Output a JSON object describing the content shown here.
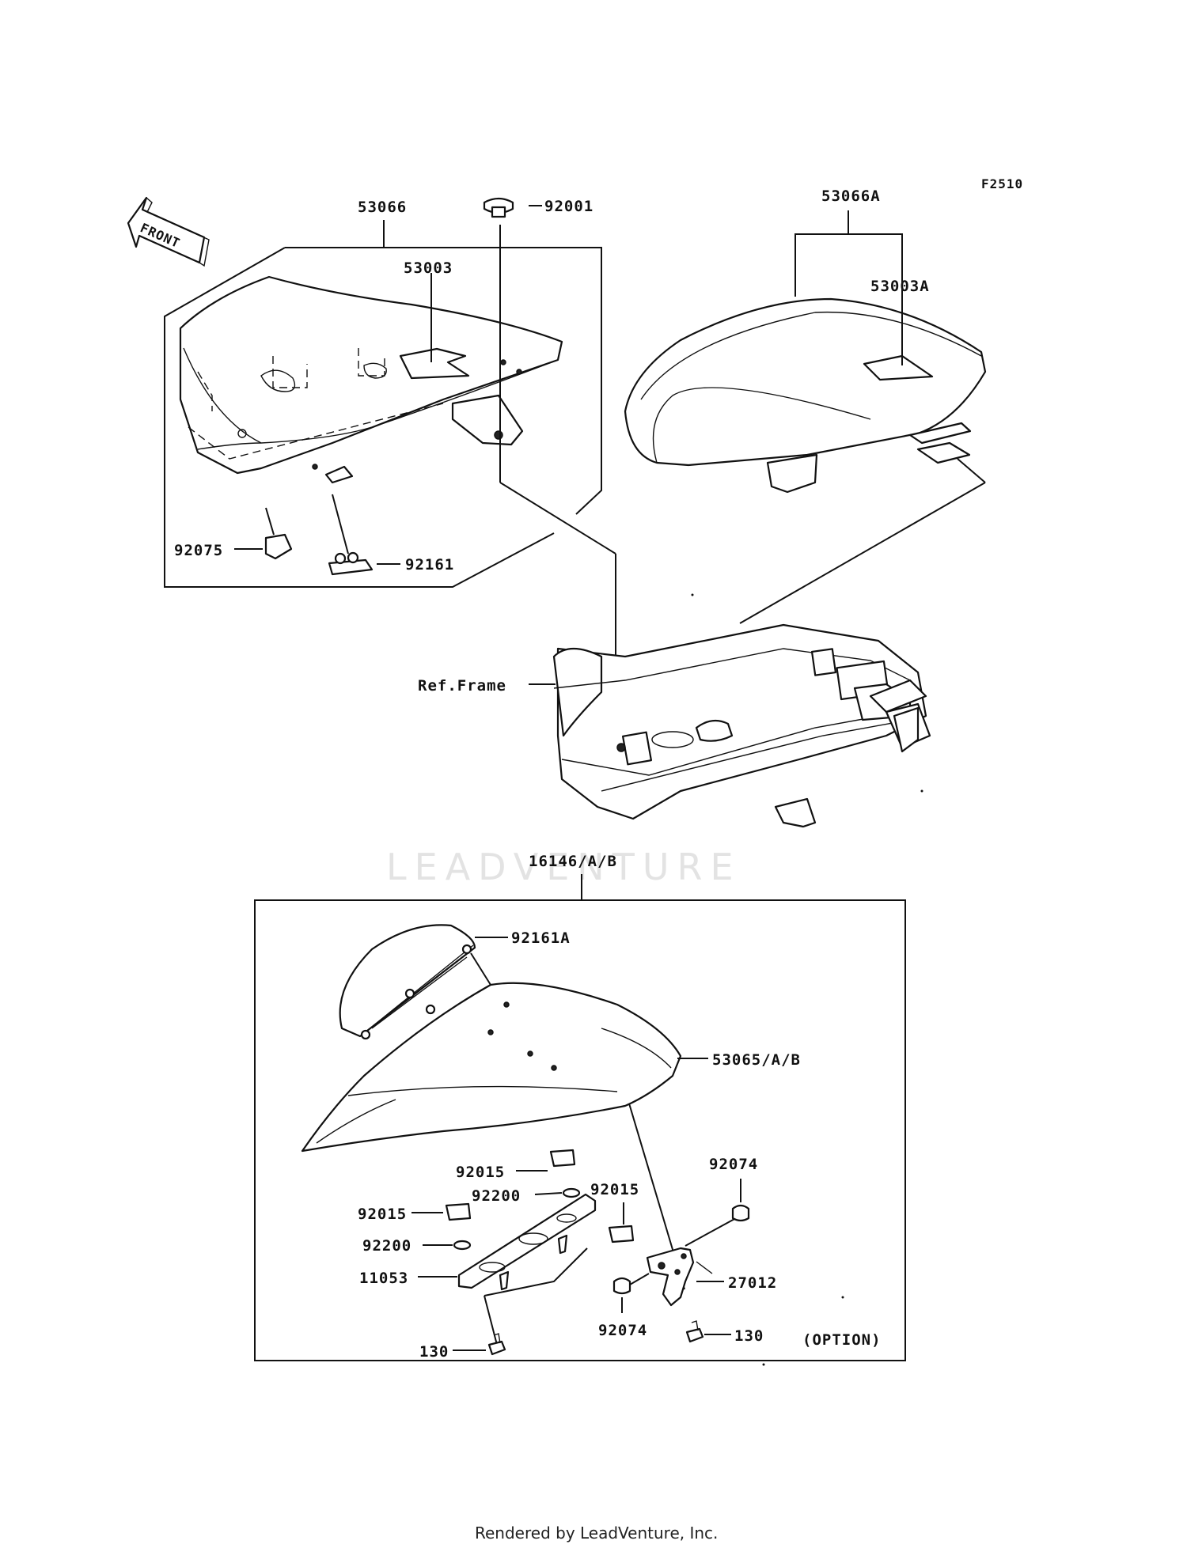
{
  "diagram_code": "F2510",
  "front_marker": "FRONT",
  "watermark": "LEADVENTURE",
  "footer": "Rendered by LeadVenture, Inc.",
  "option_note": "(OPTION)",
  "ref_frame": "Ref.Frame",
  "parts": {
    "p53066": "53066",
    "p92001": "92001",
    "p53003": "53003",
    "p92075": "92075",
    "p92161": "92161",
    "p53066A": "53066A",
    "p53003A": "53003A",
    "p16146": "16146/A/B",
    "p92161A": "92161A",
    "p53065": "53065/A/B",
    "p92015a": "92015",
    "p92200a": "92200",
    "p92015b": "92015",
    "p92015c": "92015",
    "p92200b": "92200",
    "p11053": "11053",
    "p130a": "130",
    "p92074a": "92074",
    "p27012": "27012",
    "p92074b": "92074",
    "p130b": "130"
  }
}
